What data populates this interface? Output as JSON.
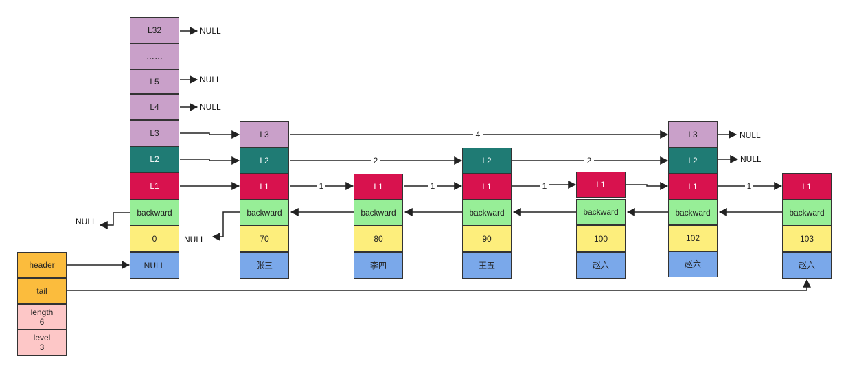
{
  "colors": {
    "level_high": "#c9a0c9",
    "level2": "#1f7b74",
    "level1": "#d8124e",
    "backward": "#97ee97",
    "score": "#fdee7c",
    "member": "#7aa8ea",
    "header_meta": "#fbbc3d",
    "length_meta": "#fdc7c7"
  },
  "null_text": "NULL",
  "header_node": {
    "levels": {
      "L32": "L32",
      "dots": "……",
      "L5": "L5",
      "L4": "L4",
      "L3": "L3",
      "L2": "L2",
      "L1": "L1"
    },
    "backward": "backward",
    "score": "0",
    "member": "NULL"
  },
  "level_labels": {
    "L1": "L1",
    "L2": "L2",
    "L3": "L3"
  },
  "backward_label": "backward",
  "nodes": [
    {
      "score": "70",
      "member": "张三",
      "levels": [
        "L1",
        "L2",
        "L3"
      ]
    },
    {
      "score": "80",
      "member": "李四",
      "levels": [
        "L1"
      ]
    },
    {
      "score": "90",
      "member": "王五",
      "levels": [
        "L1",
        "L2"
      ]
    },
    {
      "score": "100",
      "member": "赵六",
      "levels": [
        "L1"
      ]
    },
    {
      "score": "102",
      "member": "赵六",
      "levels": [
        "L1",
        "L2",
        "L3"
      ]
    },
    {
      "score": "103",
      "member": "赵六",
      "levels": [
        "L1"
      ]
    }
  ],
  "spans": {
    "l3_first": "4",
    "l2_first": "2",
    "l2_second": "2",
    "l1_a": "1",
    "l1_b": "1",
    "l1_c": "1",
    "l1_d": "1"
  },
  "meta": {
    "header": "header",
    "tail": "tail",
    "length_label": "length",
    "length_value": "6",
    "level_label": "level",
    "level_value": "3"
  }
}
